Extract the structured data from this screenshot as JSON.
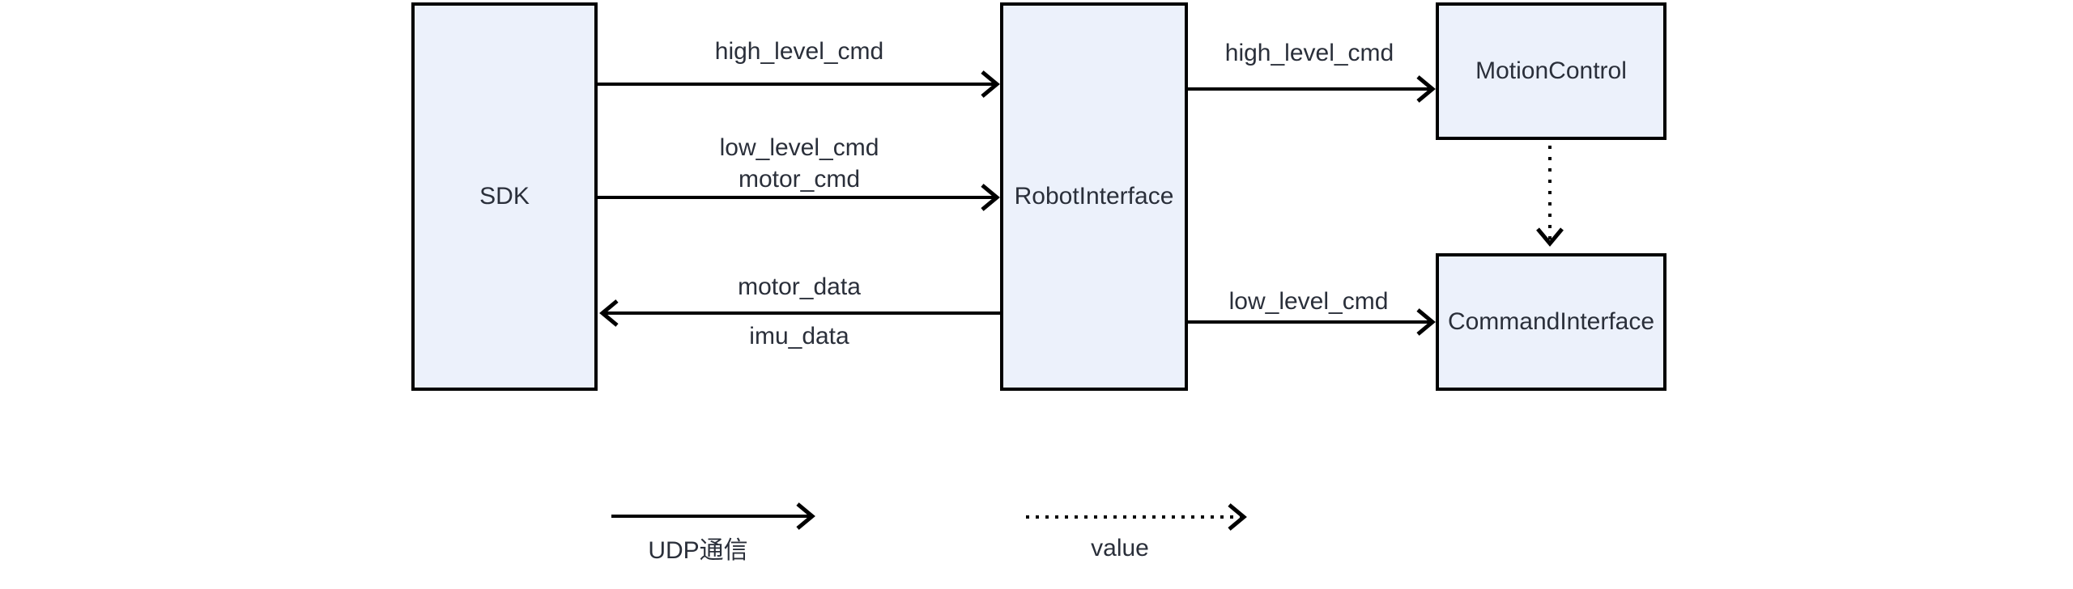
{
  "diagram": {
    "nodes": {
      "sdk": {
        "label": "SDK"
      },
      "robot_interface": {
        "label": "RobotInterface"
      },
      "motion_control": {
        "label": "MotionControl"
      },
      "command_interface": {
        "label": "CommandInterface"
      }
    },
    "edges": {
      "sdk_to_robot_high": {
        "from": "sdk",
        "to": "robot_interface",
        "type": "udp",
        "label": "high_level_cmd"
      },
      "sdk_to_robot_low": {
        "from": "sdk",
        "to": "robot_interface",
        "type": "udp",
        "labels": [
          "low_level_cmd",
          "motor_cmd"
        ]
      },
      "robot_to_sdk_data": {
        "from": "robot_interface",
        "to": "sdk",
        "type": "udp",
        "labels": [
          "motor_data",
          "imu_data"
        ]
      },
      "robot_to_motion": {
        "from": "robot_interface",
        "to": "motion_control",
        "type": "udp",
        "label": "high_level_cmd"
      },
      "robot_to_command": {
        "from": "robot_interface",
        "to": "command_interface",
        "type": "udp",
        "label": "low_level_cmd"
      },
      "motion_to_command": {
        "from": "motion_control",
        "to": "command_interface",
        "type": "value",
        "label": ""
      }
    },
    "legend": {
      "solid_label": "UDP通信",
      "dotted_label": "value"
    },
    "colors": {
      "node_fill": "#ECF1FB",
      "node_border": "#000000",
      "arrow": "#000000",
      "text": "#2A2F3A"
    }
  }
}
